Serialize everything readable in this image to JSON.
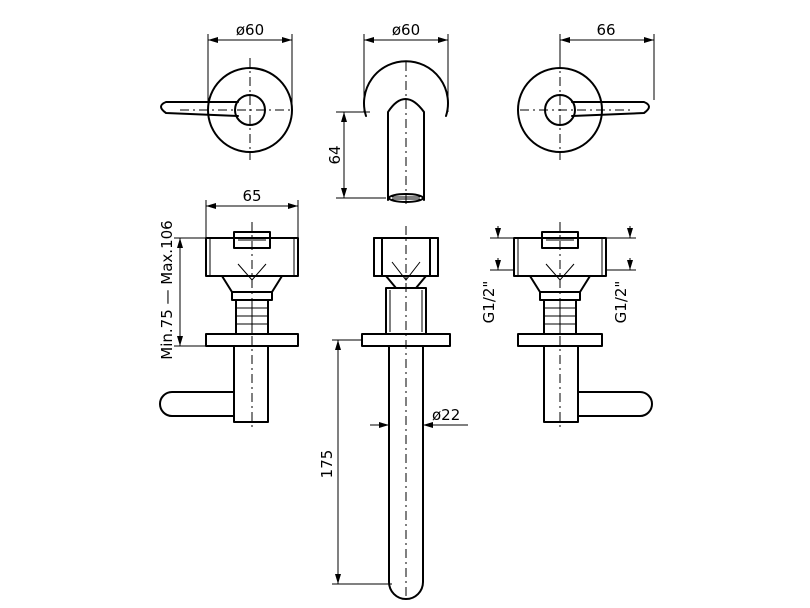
{
  "dimensions": {
    "top_left_diameter": "ø60",
    "top_center_diameter": "ø60",
    "top_right_width": "66",
    "spout_projection_top": "64",
    "mixer_body_width": "65",
    "wall_depth_range": "Min.75 — Max.106",
    "connection_left": "G1/2\"",
    "connection_right": "G1/2\"",
    "spout_diameter": "ø22",
    "spout_length": "175"
  }
}
